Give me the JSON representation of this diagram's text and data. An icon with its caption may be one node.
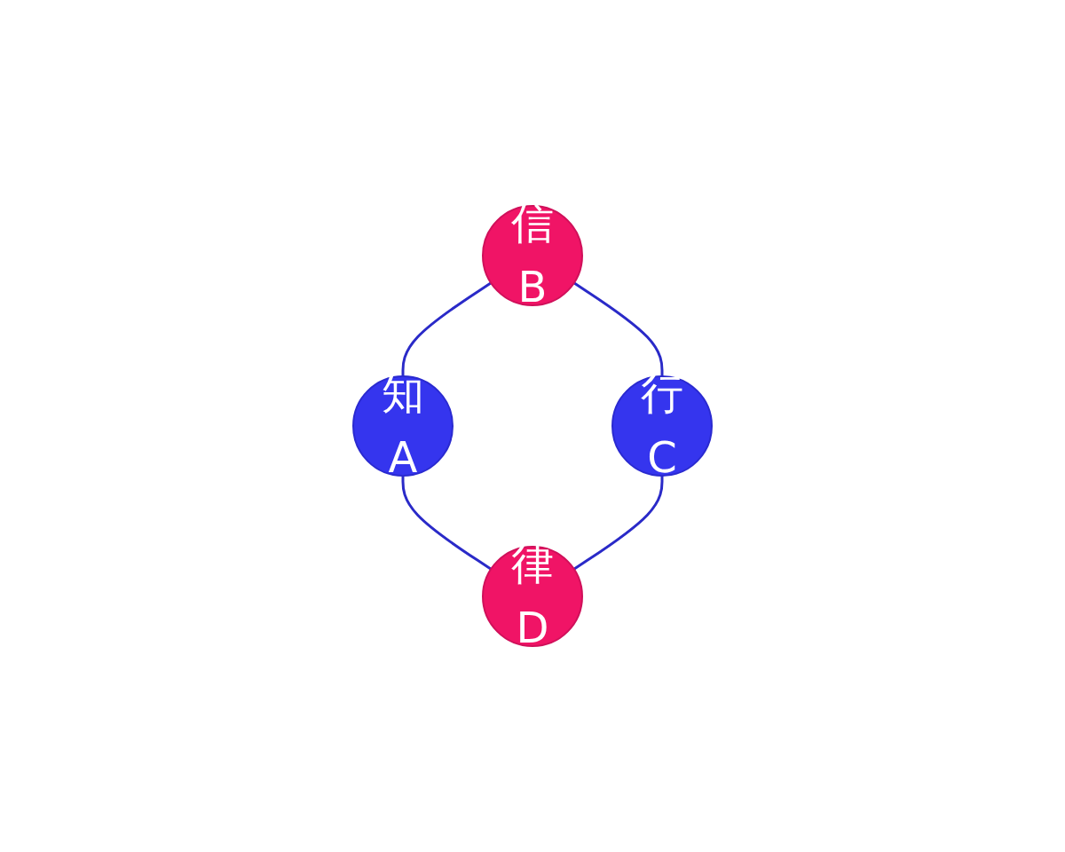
{
  "diagram": {
    "nodes": [
      {
        "text": [
          "信",
          "B"
        ]
      },
      {
        "text": [
          "知",
          "A"
        ]
      },
      {
        "text": [
          "行",
          "C"
        ]
      },
      {
        "text": [
          "律",
          "D"
        ]
      }
    ],
    "edges": [
      {
        "from": 0,
        "to": 1,
        "arrow": "none"
      },
      {
        "from": 0,
        "to": 2,
        "arrow": "none"
      },
      {
        "from": 1,
        "to": 3,
        "arrow": "none"
      },
      {
        "from": 2,
        "to": 3,
        "arrow": "none"
      }
    ]
  }
}
